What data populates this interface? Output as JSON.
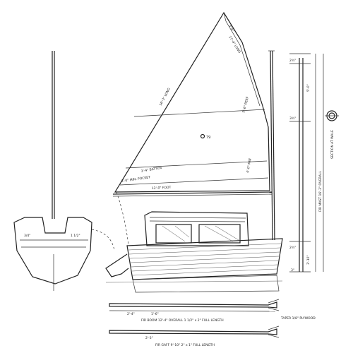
{
  "sail_number": "79",
  "sail_labels": {
    "luff": "16'-3\" LONG",
    "leech": "17'-4\" LONG",
    "boom_foot": "12'-0\" FOOT",
    "head": "3'-6\"",
    "batten1": "3'-0\" MIN. POCKET",
    "batten2": "3'-4\" BATTEN",
    "luff_lower": "4'-0\" MIN",
    "reef": "5'-6\" REEF"
  },
  "dimension_labels": {
    "top": "2¾\"",
    "upper": "5'-0\"",
    "middle": "3¾\"",
    "lower": "2¾\"",
    "bottom": "3'-10\"",
    "base": "3\"",
    "mast_total": "FIR MAST 16'-3\" OVERALL",
    "mast_section": "SECTION AT WALE"
  },
  "spar_labels": {
    "boom": "FIR BOOM 12'-4\" OVERALL 1 1/2\" x 2\" FULL LENGTH",
    "boom_dim_a": "2'-4\"",
    "boom_dim_b": "1'-6\"",
    "boom_note": "TAPER 1/8\" PLYWOOD",
    "gaff": "FIR GAFF 9'-10\" 2\" x 1\" FULL LENGTH",
    "gaff_dim": "2'-3\""
  },
  "hull_labels": {
    "section_left": "3/4\"",
    "section_right": "1 1/2\""
  }
}
